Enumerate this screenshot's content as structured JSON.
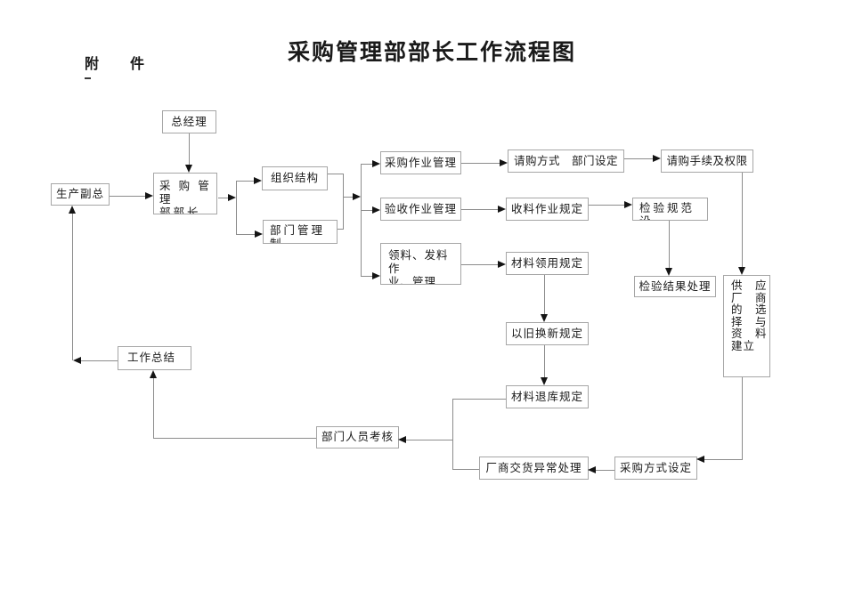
{
  "page": {
    "title": "采购管理部部长工作流程图",
    "attachment_label": "附　　件"
  },
  "colors": {
    "box_border": "#a6a6a6",
    "connector_line": "#8c8c8c",
    "arrowhead": "#141414",
    "text": "#1a1a1a",
    "background": "#ffffff"
  },
  "nodes": {
    "general_manager": "总经理",
    "production_vp": "生产副总",
    "purchasing_dept_head": "采 购 管 理\n部部长",
    "org_structure": "组织结构",
    "dept_mgmt_system": "部门管理制\n度",
    "purchasing_ops_mgmt": "采购作业管理",
    "acceptance_ops_mgmt": "验收作业管理",
    "material_issue_ops": "领料、发料作\n业、管理",
    "purchase_request_method": "请购方式　部门设定",
    "purchase_request_procedure": "请购手续及权限",
    "receiving_ops_rules": "收料作业规定",
    "inspection_spec_setting": "检验规范设\n定",
    "material_requisition_rules": "材料领用规定",
    "inspection_result_handling": "检验结果处理",
    "supplier_selection": "供　应\n厂　商\n的　选\n择　与\n资　料\n建立",
    "old_for_new_rules": "以旧换新规定",
    "work_summary": "工作总结",
    "material_return_rules": "材料退库规定",
    "staff_assessment": "部门人员考核",
    "vendor_delivery_exception": "厂商交货异常处理",
    "purchasing_method_setting": "采购方式设定"
  }
}
